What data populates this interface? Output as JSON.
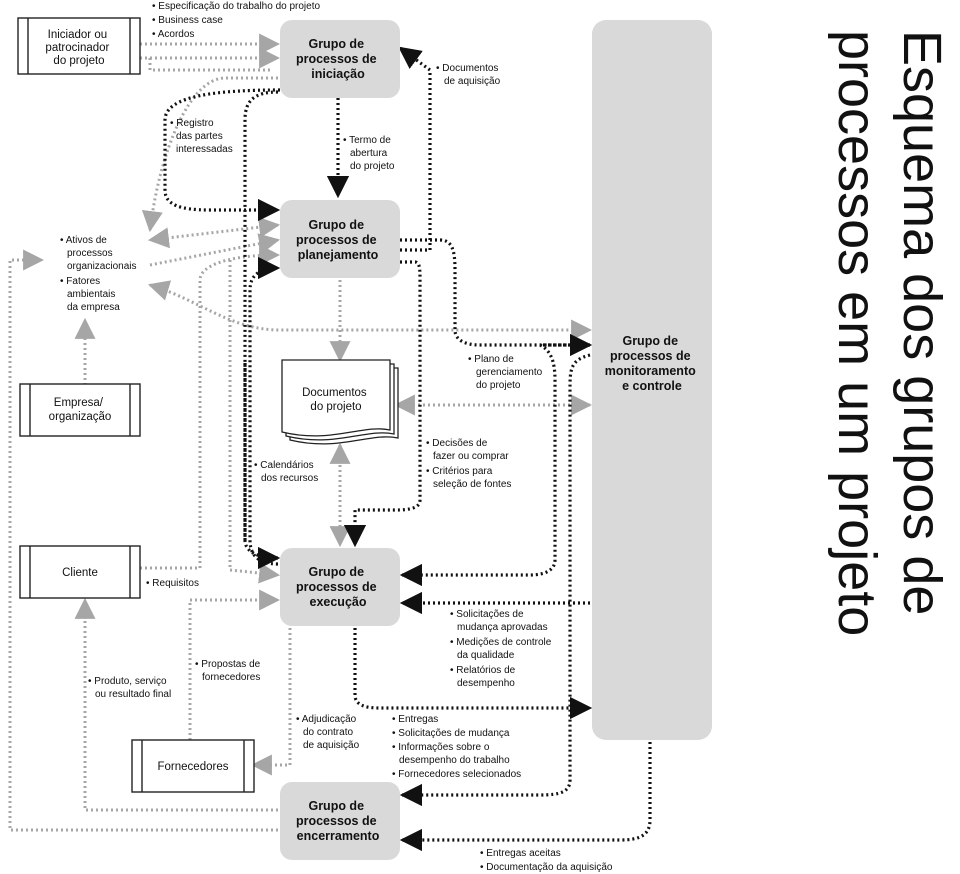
{
  "side_title": {
    "line1": "Esquema dos grupos de",
    "line2": "processos em um projeto"
  },
  "process_groups": {
    "initiation": [
      "Grupo de",
      "processos de",
      "iniciação"
    ],
    "planning": [
      "Grupo de",
      "processos de",
      "planejamento"
    ],
    "execution": [
      "Grupo de",
      "processos de",
      "execução"
    ],
    "closing": [
      "Grupo de",
      "processos de",
      "encerramento"
    ],
    "monitoring": [
      "Grupo de",
      "processos de",
      "monitoramento",
      "e controle"
    ]
  },
  "entities": {
    "sponsor": [
      "Iniciador ou",
      "patrocinador",
      "do projeto"
    ],
    "enterprise": [
      "Empresa/",
      "organização"
    ],
    "customer": [
      "Cliente"
    ],
    "sellers": [
      "Fornecedores"
    ],
    "project_documents": [
      "Documentos",
      "do projeto"
    ]
  },
  "labels": {
    "sponsor_outputs": [
      "• Especificação do trabalho do projeto",
      "• Business case",
      "• Acordos"
    ],
    "procurement_documents": [
      "• Documentos",
      "de aquisição"
    ],
    "stakeholder_register": [
      "• Registro",
      "das partes",
      "interessadas"
    ],
    "project_charter": [
      "• Termo de",
      "abertura",
      "do projeto"
    ],
    "org_assets": [
      "• Ativos de",
      "processos",
      "organizacionais",
      "• Fatores",
      "ambientais",
      "da empresa"
    ],
    "pm_plan": [
      "• Plano de",
      "gerenciamento",
      "do projeto"
    ],
    "make_or_buy": [
      "• Decisões de",
      "fazer ou comprar",
      "• Critérios para",
      "seleção de fontes"
    ],
    "resource_calendars": [
      "• Calendários",
      "dos recursos"
    ],
    "requirements": [
      "• Requisitos"
    ],
    "change_requests_approved": [
      "• Solicitações de",
      "mudança aprovadas",
      "• Medições de controle",
      "da qualidade",
      "• Relatórios de",
      "desempenho"
    ],
    "seller_proposals": [
      "• Propostas de",
      "fornecedores"
    ],
    "final_product": [
      "• Produto, serviço",
      "ou resultado final"
    ],
    "procurement_award": [
      "• Adjudicação",
      "do contrato",
      "de aquisição"
    ],
    "execution_outputs": [
      "• Entregas",
      "• Solicitações de mudança",
      "• Informações sobre o",
      "desempenho do trabalho",
      "• Fornecedores selecionados"
    ],
    "closing_inputs": [
      "• Entregas aceitas",
      "• Documentação da aquisição"
    ]
  },
  "colors": {
    "group_fill": "#d9d9d9",
    "solid_arrow": "#111111",
    "light_arrow": "#a6a6a6",
    "entity_border": "#222222"
  }
}
